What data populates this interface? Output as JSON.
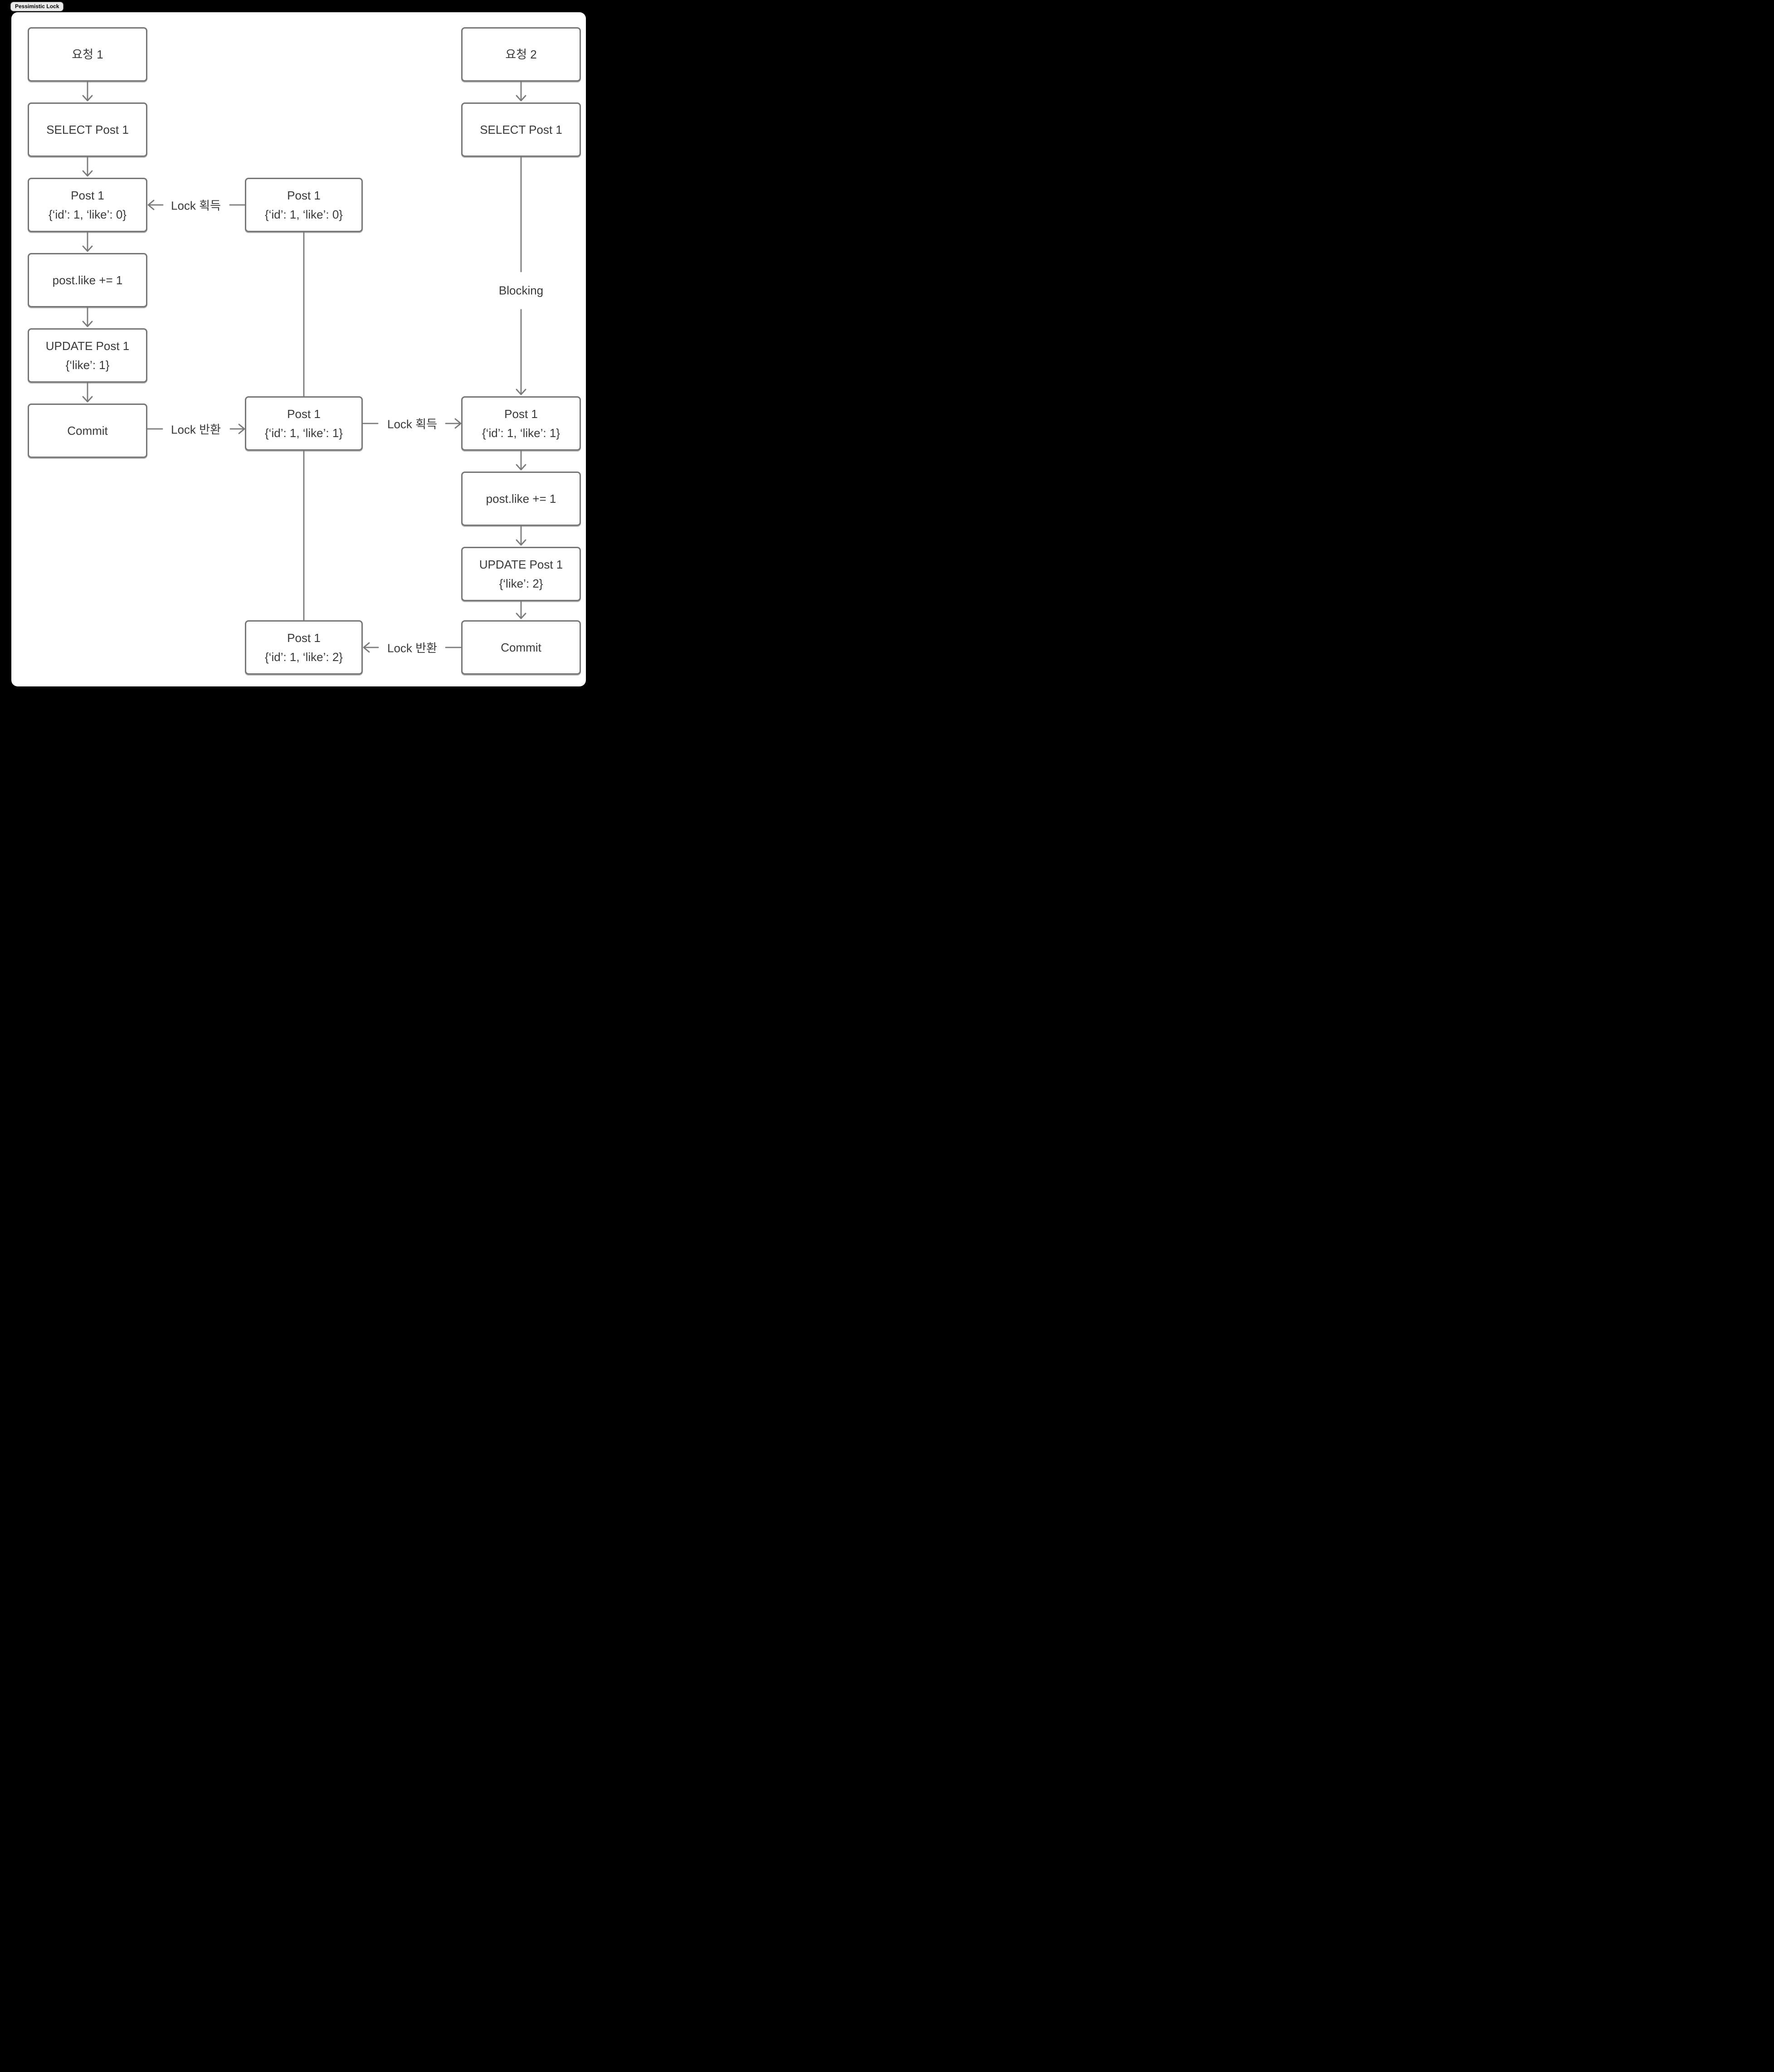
{
  "badge": {
    "label": "Pessimistic Lock"
  },
  "nodes": {
    "l1": {
      "line1": "요청 1"
    },
    "l2": {
      "line1": "SELECT Post 1"
    },
    "l3": {
      "line1": "Post 1",
      "line2": "{‘id’: 1, ‘like’: 0}"
    },
    "l4": {
      "line1": "post.like += 1"
    },
    "l5": {
      "line1": "UPDATE Post 1",
      "line2": "{‘like’: 1}"
    },
    "l6": {
      "line1": "Commit"
    },
    "m1": {
      "line1": "Post 1",
      "line2": "{‘id’: 1, ‘like’: 0}"
    },
    "m2": {
      "line1": "Post 1",
      "line2": "{‘id’: 1, ‘like’: 1}"
    },
    "m3": {
      "line1": "Post 1",
      "line2": "{‘id’: 1, ‘like’: 2}"
    },
    "r1": {
      "line1": "요청 2"
    },
    "r2": {
      "line1": "SELECT Post 1"
    },
    "r3": {
      "line1": "Post 1",
      "line2": "{‘id’: 1, ‘like’: 1}"
    },
    "r4": {
      "line1": "post.like += 1"
    },
    "r5": {
      "line1": "UPDATE Post 1",
      "line2": "{‘like’: 2}"
    },
    "r6": {
      "line1": "Commit"
    }
  },
  "labels": {
    "lock_acquire_1": "Lock 획득",
    "lock_release_1": "Lock 반환",
    "lock_acquire_2": "Lock 획득",
    "lock_release_2": "Lock 반환",
    "blocking": "Blocking"
  },
  "colors": {
    "page_background": "#000000",
    "panel_background": "#ffffff",
    "node_border": "#767676",
    "connector": "#7a7a7a",
    "text": "#3a3a3a",
    "badge_background": "#e9e9e9",
    "badge_border": "#8f8f8f"
  }
}
